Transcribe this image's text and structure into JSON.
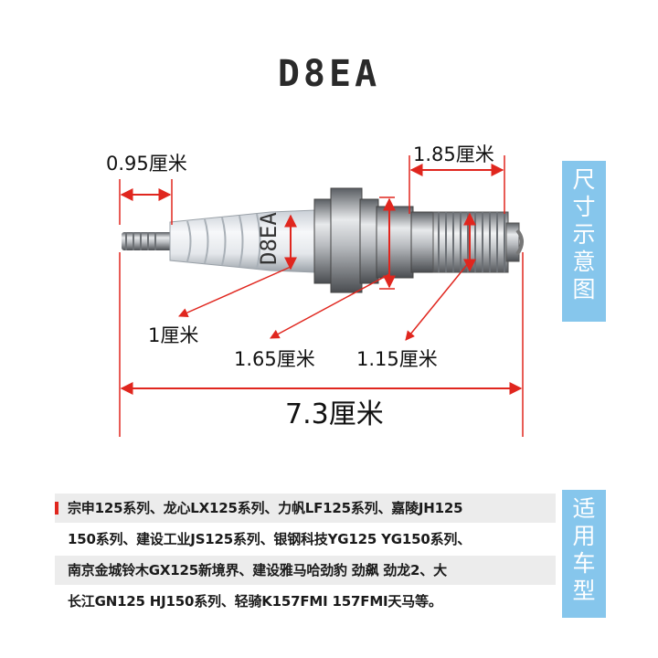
{
  "title": "D8EA",
  "diagram": {
    "plug_mark": "D8EA",
    "dimensions": {
      "terminal_length": "0.95厘米",
      "terminal_dia": "1厘米",
      "hex_size": "1.65厘米",
      "thread_dia": "1.15厘米",
      "thread_length": "1.85厘米",
      "total_length": "7.3厘米"
    },
    "colors": {
      "arrow": "#e0261e",
      "tag": "#86c6ec"
    }
  },
  "tags": {
    "dimension_tag": [
      "尺",
      "寸",
      "示",
      "意",
      "图"
    ],
    "models_tag": [
      "适",
      "用",
      "车",
      "型"
    ]
  },
  "models": {
    "lines": [
      "宗申125系列、龙心LX125系列、力帆LF125系列、嘉陵JH125",
      "150系列、建设工业JS125系列、银钢科技YG125 YG150系列、",
      "南京金城铃木GX125新境界、建设雅马哈劲豹 劲飙 劲龙2、大",
      "长江GN125 HJ150系列、轻骑K157FMI  157FMI天马等。"
    ]
  }
}
